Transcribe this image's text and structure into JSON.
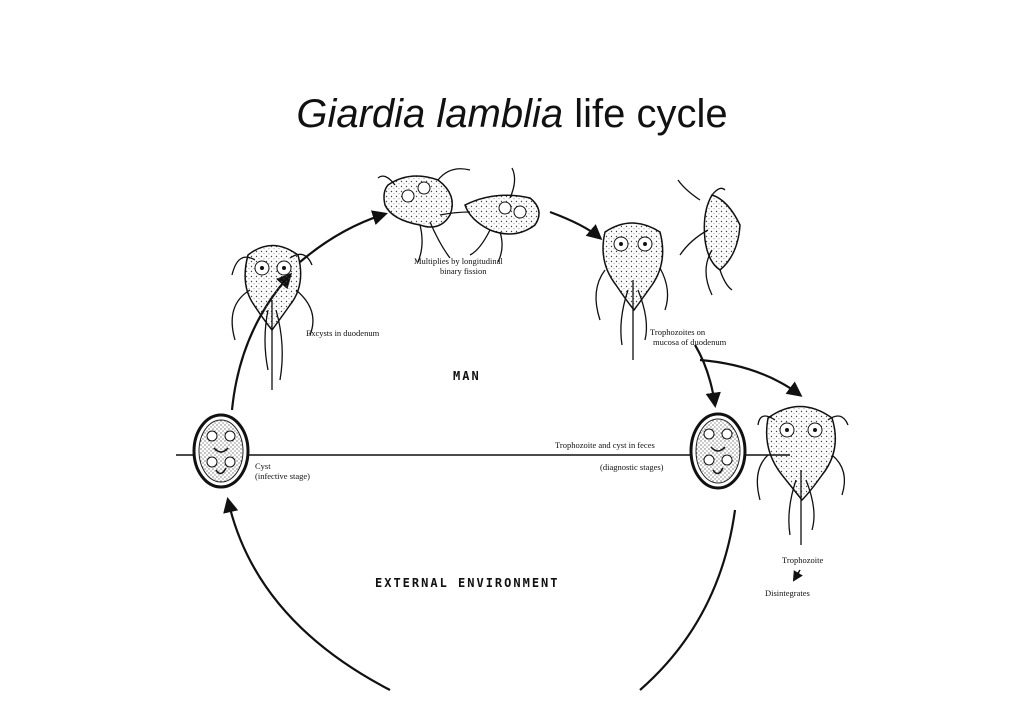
{
  "title": {
    "italic": "Giardia lamblia",
    "rest": "life cycle"
  },
  "zones": {
    "upper": "MAN",
    "lower": "EXTERNAL ENVIRONMENT"
  },
  "labels": {
    "binary_fission_1": "Multiplies by longitudinal",
    "binary_fission_2": "binary fission",
    "excysts": "Excysts in duodenum",
    "trophozoites_1": "Trophozoites on",
    "trophozoites_2": "mucosa of duodenum",
    "feces_1": "Trophozoite and cyst in feces",
    "feces_2": "(diagnostic stages)",
    "cyst_1": "Cyst",
    "cyst_2": "(infective stage)",
    "trophozoite": "Trophozoite",
    "disintegrates": "Disintegrates"
  }
}
